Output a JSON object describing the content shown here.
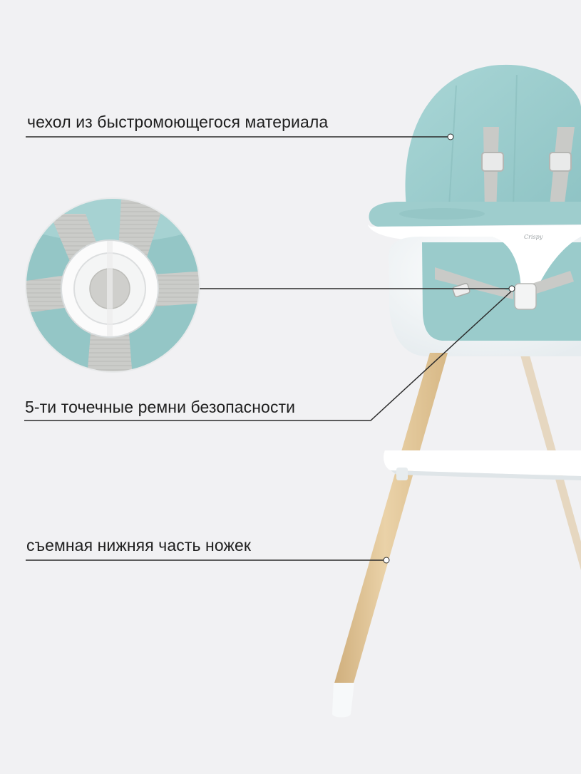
{
  "callouts": [
    {
      "text": "чехол из быстромоющегося материала"
    },
    {
      "text": "5-ти точечные ремни безопасности"
    },
    {
      "text": "съемная нижняя часть ножек"
    }
  ],
  "product": {
    "brand_mark": "Crispy"
  },
  "colors": {
    "background": "#f1f1f3",
    "seat_cover": "#9fcfcf",
    "shell": "#f8fafb",
    "wood": "#e2c79b",
    "straps": "#c8c9c6",
    "leader_line": "#2b2b2b"
  }
}
